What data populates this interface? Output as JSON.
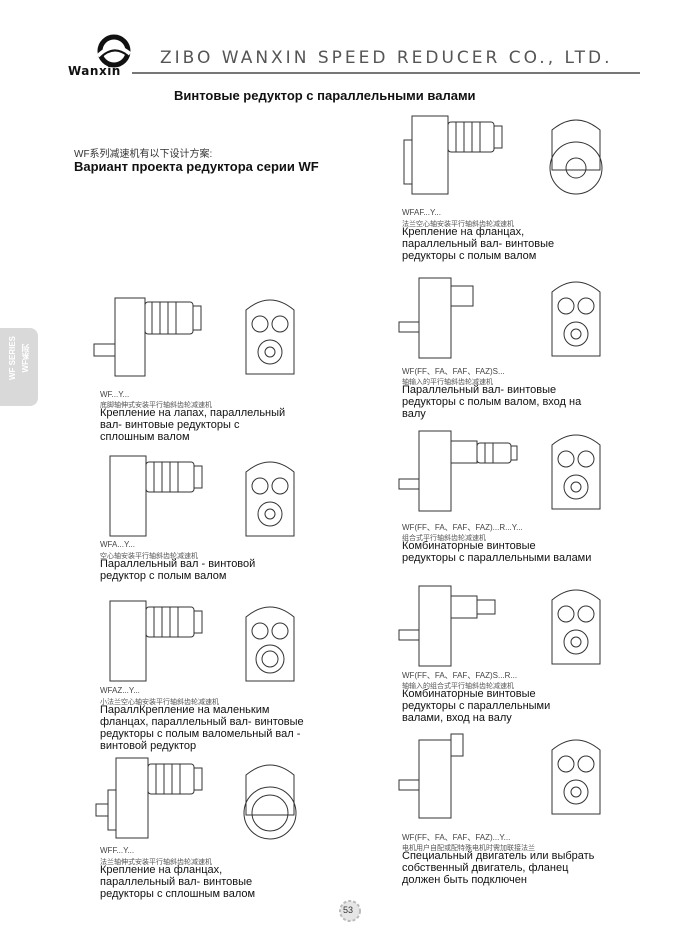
{
  "header": {
    "logo_text": "Wanxin",
    "company": "ZIBO WANXIN SPEED REDUCER CO., LTD.",
    "page_title": "Винтовые редуктор с параллельными валами"
  },
  "side_tab": {
    "line1": "WF SERIES",
    "line2": "WF系列"
  },
  "intro": {
    "cn": "WF系列减速机有以下设计方案:",
    "ru": "Вариант проекта редуктора серии WF"
  },
  "left_items": [
    {
      "code": "WF...Y...",
      "cn": "底脚轴伸式安装平行轴斜齿轮减速机",
      "desc": "Крепление на лапах, параллельный вал- винтовые редукторы с сплошным валом"
    },
    {
      "code": "WFA...Y...",
      "cn": "空心轴安装平行轴斜齿轮减速机",
      "desc": "Параллельный вал - винтовой редуктор с полым валом"
    },
    {
      "code": "WFAZ...Y...",
      "cn": "小法兰空心轴安装平行轴斜齿轮减速机",
      "desc": "ПараллКрепление на маленьким фланцах, параллельный вал- винтовые редукторы с полым валомельный вал - винтовой редуктор"
    },
    {
      "code": "WFF...Y...",
      "cn": "法兰轴伸式安装平行轴斜齿轮减速机",
      "desc": "Крепление на фланцах, параллельный вал- винтовые редукторы с сплошным валом"
    }
  ],
  "right_items": [
    {
      "code": "WFAF...Y...",
      "cn": "法兰空心轴安装平行轴斜齿轮减速机",
      "desc": "Крепление на фланцах, параллельный вал- винтовые редукторы с полым валом"
    },
    {
      "code": "WF(FF、FA、FAF、FAZ)S...",
      "cn": "轴输入的平行轴斜齿轮减速机",
      "desc": "Параллельный вал- винтовые редукторы с полым валом, вход на валу"
    },
    {
      "code": "WF(FF、FA、FAF、FAZ)...R...Y...",
      "cn": "组合式平行轴斜齿轮减速机",
      "desc": "Комбинаторные винтовые редукторы с параллельными валами"
    },
    {
      "code": "WF(FF、FA、FAF、FAZ)S...R...",
      "cn": "轴输入的组合式平行轴斜齿轮减速机",
      "desc": "Комбинаторные винтовые редукторы с параллельными валами, вход на валу"
    },
    {
      "code": "WF(FF、FA、FAF、FAZ)...Y...",
      "cn": "电机用户自配或配特殊电机时需加联接法兰",
      "desc": "Специальный двигатель или выбрать собственный двигатель, фланец должен быть подключен"
    }
  ],
  "page_number": "53"
}
